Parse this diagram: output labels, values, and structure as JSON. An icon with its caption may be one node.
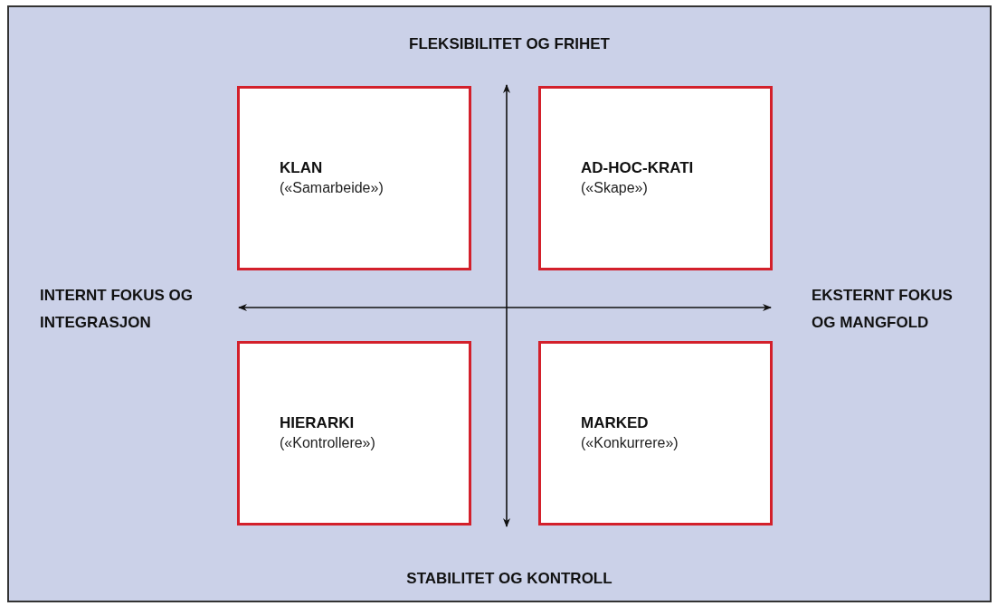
{
  "diagram": {
    "nodes": [
      {
        "text": [
          "KLAN",
          "(«Samarbeide»)"
        ]
      },
      {
        "text": [
          "AD-HOC-KRATI",
          "(«Skape»)"
        ]
      },
      {
        "text": [
          "HIERARKI",
          "(«Kontrollere»)"
        ]
      },
      {
        "text": [
          "MARKED",
          "(«Konkurrere»)"
        ]
      }
    ],
    "labels": [
      "FLEKSIBILITET OG FRIHET",
      "INTERNT FOKUS OG INTEGRASJON",
      "EKSTERNT FOKUS OG MANGFOLD",
      "STABILITET OG KONTROLL"
    ]
  }
}
